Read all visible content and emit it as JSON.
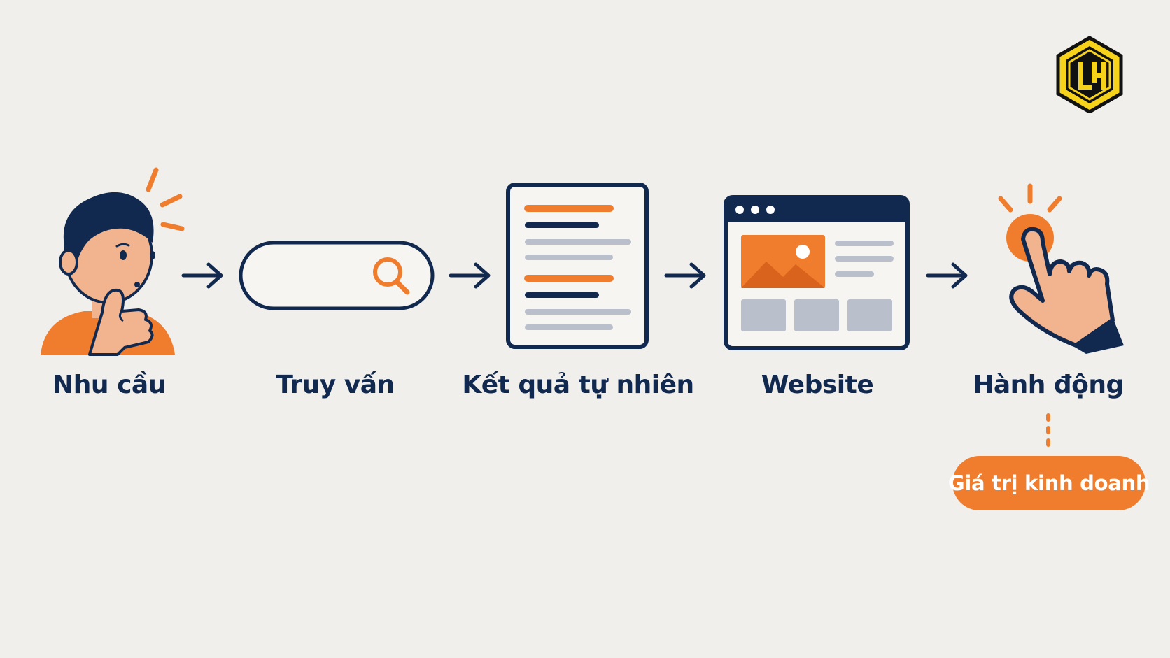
{
  "logo": {
    "text": "LH"
  },
  "steps": [
    {
      "label": "Nhu cầu"
    },
    {
      "label": "Truy vấn"
    },
    {
      "label": "Kết quả tự nhiên"
    },
    {
      "label": "Website"
    },
    {
      "label": "Hành động"
    }
  ],
  "outcome": {
    "label": "Giá trị kinh doanh"
  },
  "colors": {
    "navy": "#12294f",
    "orange": "#f07d2d",
    "skin": "#f2b48f",
    "gray": "#b9c0cc",
    "background": "#f0efec",
    "logo_yellow": "#f6d21a"
  }
}
